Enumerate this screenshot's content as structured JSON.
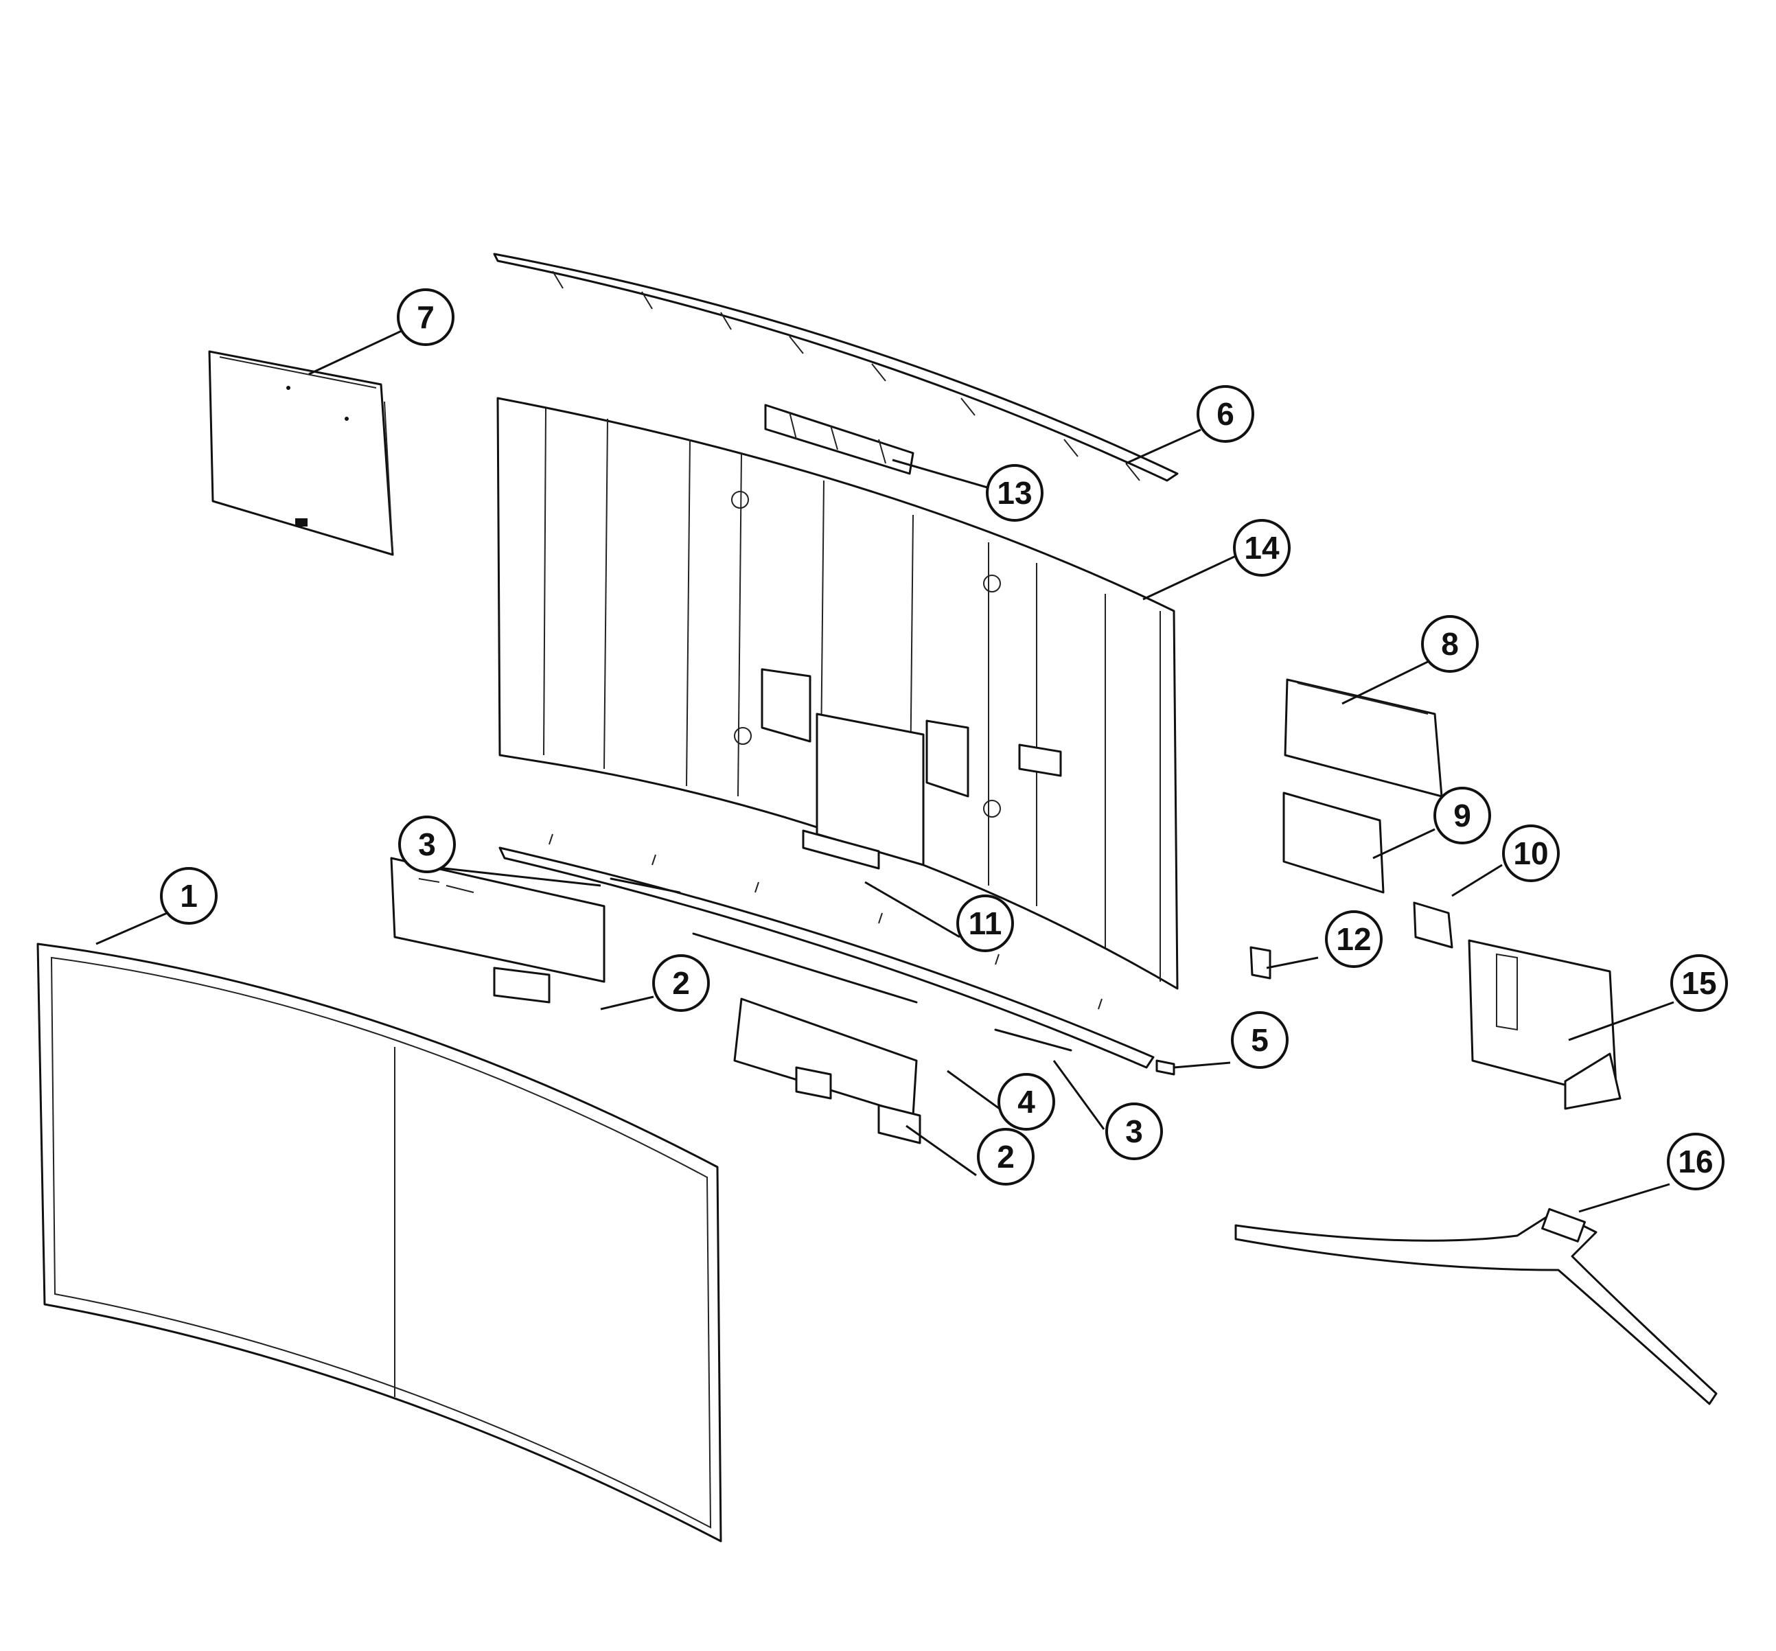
{
  "diagram": {
    "colors": {
      "line": "#111111",
      "background": "#ffffff"
    },
    "callouts": [
      {
        "id": "c7",
        "label": "7"
      },
      {
        "id": "c6",
        "label": "6"
      },
      {
        "id": "c13",
        "label": "13"
      },
      {
        "id": "c14",
        "label": "14"
      },
      {
        "id": "c8",
        "label": "8"
      },
      {
        "id": "c9",
        "label": "9"
      },
      {
        "id": "c10",
        "label": "10"
      },
      {
        "id": "c3a",
        "label": "3"
      },
      {
        "id": "c1",
        "label": "1"
      },
      {
        "id": "c11",
        "label": "11"
      },
      {
        "id": "c12",
        "label": "12"
      },
      {
        "id": "c2a",
        "label": "2"
      },
      {
        "id": "c15",
        "label": "15"
      },
      {
        "id": "c5",
        "label": "5"
      },
      {
        "id": "c4",
        "label": "4"
      },
      {
        "id": "c3b",
        "label": "3"
      },
      {
        "id": "c2b",
        "label": "2"
      },
      {
        "id": "c16",
        "label": "16"
      }
    ]
  }
}
